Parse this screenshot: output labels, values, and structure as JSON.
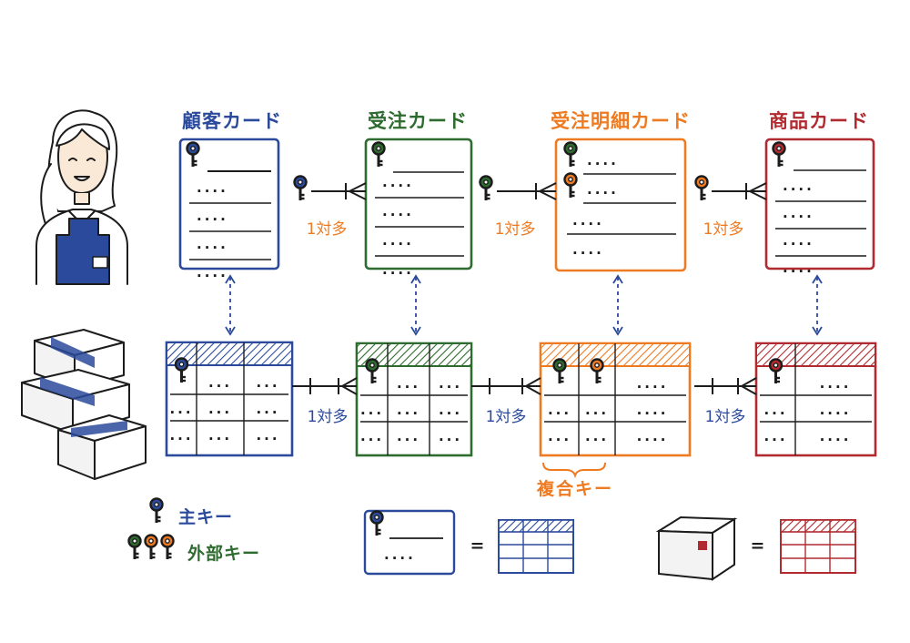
{
  "cards": [
    {
      "id": "customer",
      "title": "顧客カード",
      "color": "#2b4a9c",
      "rows": [
        "....",
        "....",
        "....",
        "...."
      ]
    },
    {
      "id": "order",
      "title": "受注カード",
      "color": "#2e6b2e",
      "rows": [
        "....",
        "....",
        "....",
        "...."
      ]
    },
    {
      "id": "order_detail",
      "title": "受注明細カード",
      "color": "#ee7a22",
      "rows": [
        "....",
        "....",
        "....",
        "...."
      ]
    },
    {
      "id": "product",
      "title": "商品カード",
      "color": "#b02a30",
      "rows": [
        "....",
        "....",
        "....",
        "...."
      ]
    }
  ],
  "card_relations": [
    "1対多",
    "1対多",
    "1対多"
  ],
  "table_relations": [
    "1対多",
    "1対多",
    "1対多"
  ],
  "table_cells": {
    "ellipsis": "...",
    "dots4": "...."
  },
  "composite_key": "複合キー",
  "legend": {
    "primary_key": "主キー",
    "foreign_key": "外部キー",
    "card_example_row": "....",
    "equals": "="
  },
  "colors": {
    "ink": "#1c1c1c",
    "blue": "#2b4a9c",
    "green": "#2e6b2e",
    "orange": "#ee7a22",
    "red": "#b02a30",
    "skin": "#fbe9d7",
    "box": "#f3f3f3"
  }
}
